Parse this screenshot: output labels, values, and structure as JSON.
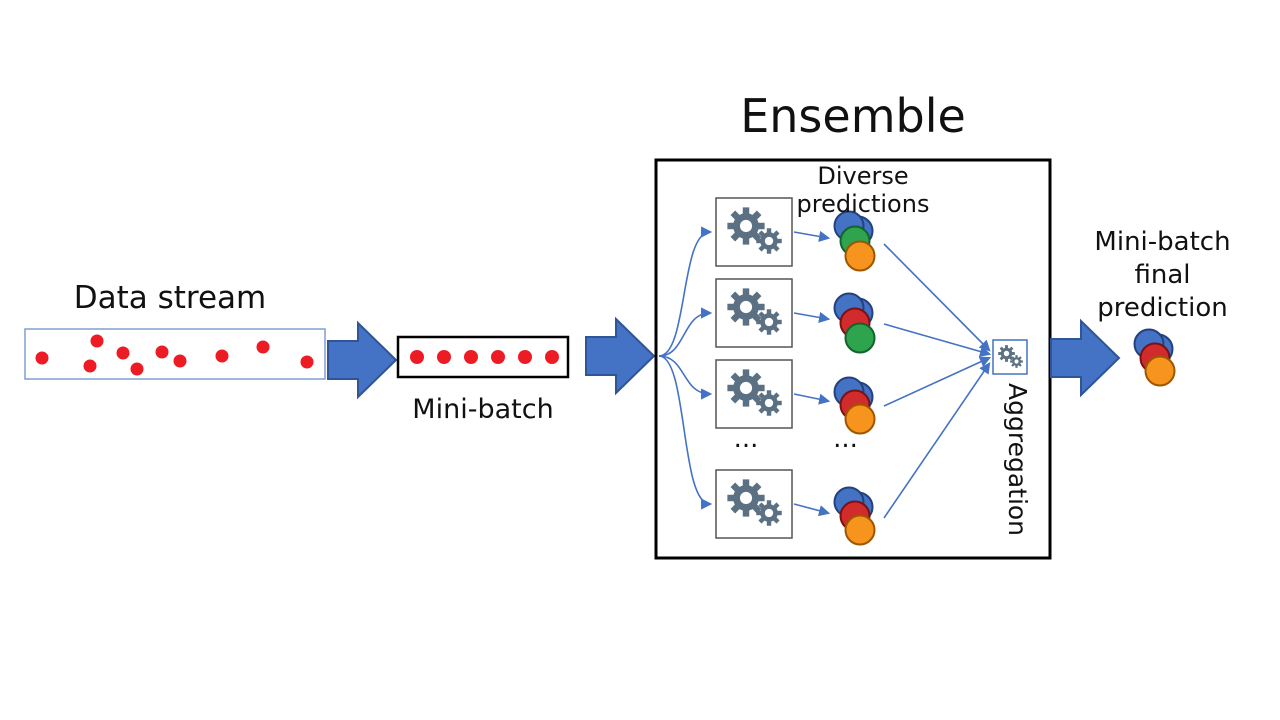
{
  "labels": {
    "data_stream": "Data stream",
    "mini_batch": "Mini-batch",
    "ensemble": "Ensemble",
    "diverse_predictions": "Diverse predictions",
    "aggregation": "Aggregation",
    "final_prediction": "Mini-batch final prediction",
    "models_ellipsis": "...",
    "predictions_ellipsis": "..."
  },
  "colors": {
    "arrow_fill": "#4472C4",
    "arrow_stroke": "#2F5597",
    "connector": "#4472C4",
    "dot_red": "#ED1C24",
    "stream_border": "#7F9FD0",
    "gear": "#5B7183",
    "circle_blue": "#4472C4",
    "circle_blue_stroke": "#24407E",
    "circle_red": "#D22B2B",
    "circle_red_stroke": "#7A1212",
    "circle_green": "#2EA44F",
    "circle_green_stroke": "#14632C",
    "circle_orange": "#F7941E",
    "circle_orange_stroke": "#9C5700"
  }
}
